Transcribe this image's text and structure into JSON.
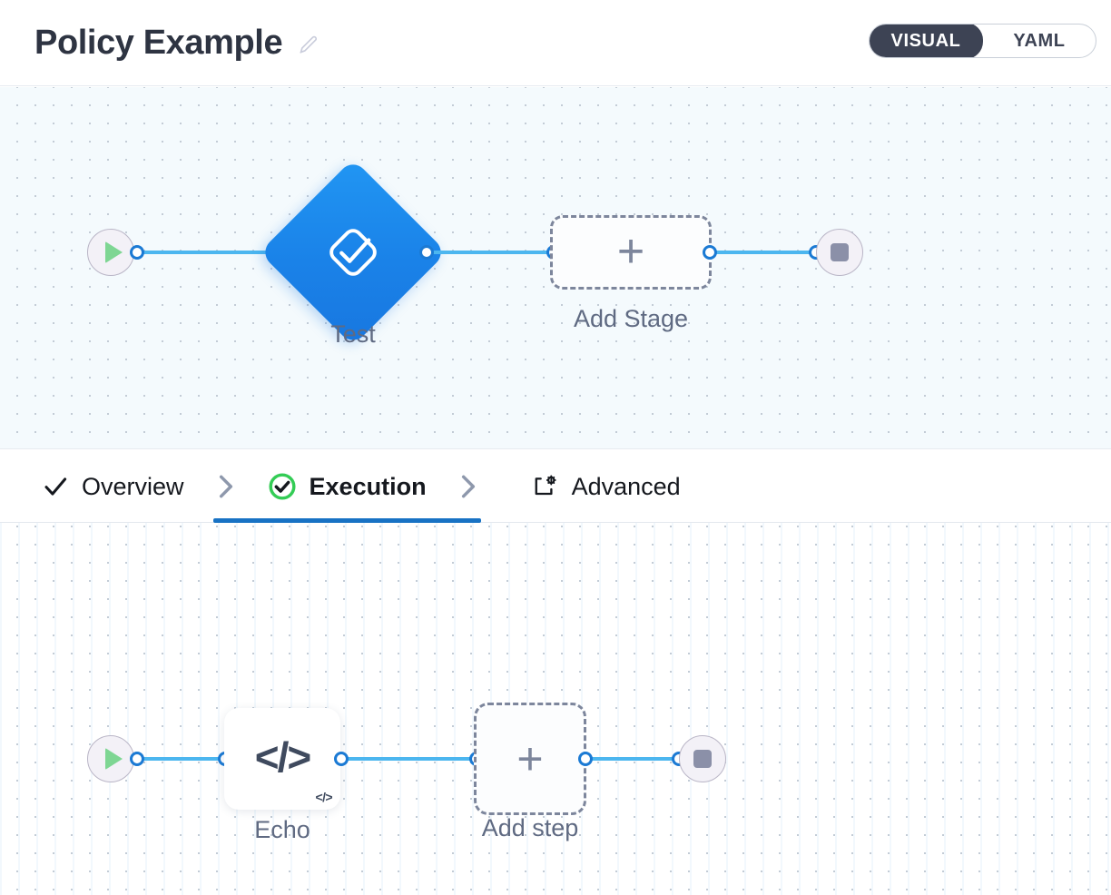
{
  "header": {
    "title": "Policy Example",
    "edit_icon": "pencil-icon",
    "toggle": {
      "active": "VISUAL",
      "inactive": "YAML"
    }
  },
  "tabs": [
    {
      "label": "Overview",
      "icon": "check-icon",
      "active": false
    },
    {
      "label": "Execution",
      "icon": "check-circle-icon",
      "active": true
    },
    {
      "label": "Advanced",
      "icon": "gear-box-icon",
      "active": false
    }
  ],
  "stage_canvas": {
    "start_node": {
      "name": "start",
      "icon": "play-icon"
    },
    "stage": {
      "label": "Test",
      "icon": "stage-check-icon"
    },
    "add_stage": {
      "label": "Add Stage",
      "icon": "plus-icon"
    },
    "end_node": {
      "name": "end",
      "icon": "stop-icon"
    }
  },
  "step_canvas": {
    "start_node": {
      "name": "start",
      "icon": "play-icon"
    },
    "step": {
      "label": "Echo",
      "icon": "code-icon",
      "badge": "</>"
    },
    "add_step": {
      "label": "Add step",
      "icon": "plus-icon"
    },
    "end_node": {
      "name": "end",
      "icon": "stop-icon"
    }
  },
  "glyphs": {
    "plus": "+",
    "code": "</>"
  },
  "colors": {
    "accent_blue": "#1872c4",
    "edge_blue": "#4cb6ef",
    "stage_blue": "#1a82e8",
    "success_green": "#33cc55",
    "toggle_dark": "#3d4354",
    "label_gray": "#5f6a82"
  }
}
